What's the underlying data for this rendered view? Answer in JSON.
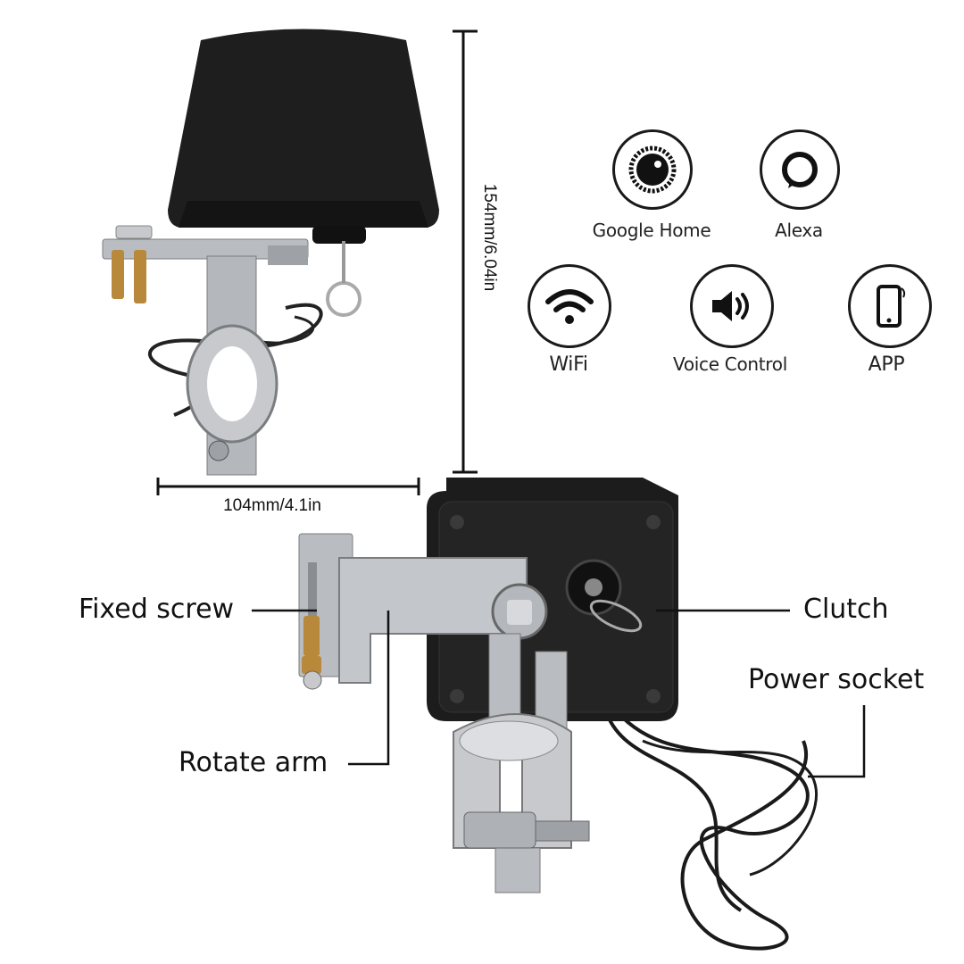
{
  "dimensions": {
    "height_label": "154mm/6.04in",
    "width_label": "104mm/4.1in"
  },
  "features": [
    {
      "label": "Google Home",
      "icon": "google-home-icon"
    },
    {
      "label": "Alexa",
      "icon": "alexa-icon"
    },
    {
      "label": "WiFi",
      "icon": "wifi-icon"
    },
    {
      "label": "Voice Control",
      "icon": "speaker-icon"
    },
    {
      "label": "APP",
      "icon": "smartphone-icon"
    }
  ],
  "callouts": {
    "fixed_screw": "Fixed screw",
    "rotate_arm": "Rotate arm",
    "clutch": "Clutch",
    "power_socket": "Power socket"
  },
  "colors": {
    "device_body": "#1c1c1c",
    "metal": "#b9bcc0",
    "brass": "#b8893a",
    "line": "#111111"
  }
}
